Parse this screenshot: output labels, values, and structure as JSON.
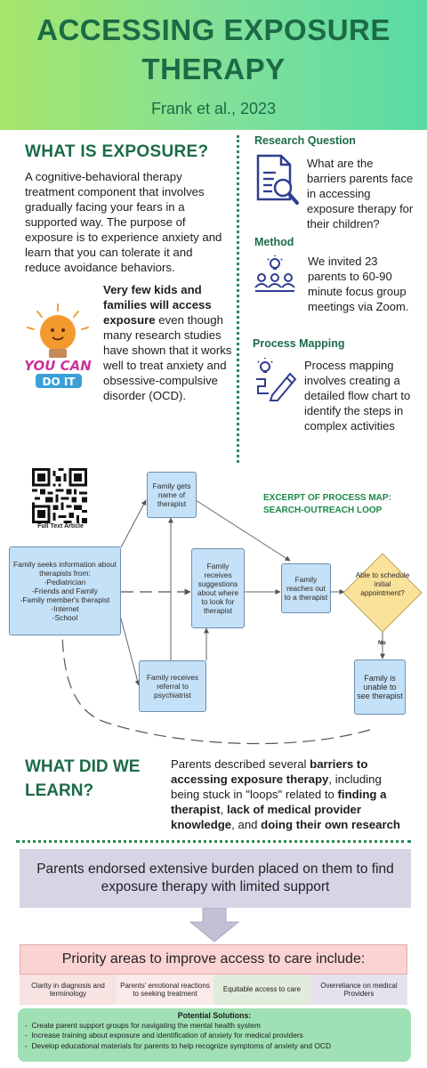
{
  "header": {
    "title_line1": "ACCESSING EXPOSURE",
    "title_line2": "THERAPY",
    "citation": "Frank et al., 2023"
  },
  "what_is": {
    "title": "WHAT IS EXPOSURE?",
    "body": "A cognitive-behavioral therapy treatment component that involves gradually facing your fears in a supported way. The purpose of exposure is to experience anxiety and learn that you can tolerate it and reduce avoidance behaviors.",
    "bold_lead": "Very few kids and families will access exposure",
    "rest": " even though many research studies have shown that it works well to treat anxiety and obsessive-compulsive disorder (OCD).",
    "sticker_line1": "YOU CAN",
    "sticker_line2": "DO IT"
  },
  "research_question": {
    "title": "Research Question",
    "text": "What are the barriers parents face in accessing exposure therapy for their children?"
  },
  "method": {
    "title": "Method",
    "text": "We invited 23 parents to 60-90 minute focus group meetings via Zoom."
  },
  "process_mapping": {
    "title": "Process Mapping",
    "text": "Process mapping involves creating a detailed flow chart to identify the steps in complex activities"
  },
  "qr": {
    "label": "Full Text Article"
  },
  "flow": {
    "excerpt_title": "EXCERPT OF PROCESS MAP: SEARCH-OUTREACH LOOP",
    "seeks": "Family seeks information about therapists from:\n-Pediatrician\n-Friends and Family\n-Family member's therapist\n-Internet\n-School",
    "gets_name": "Family gets name of therapist",
    "suggestions": "Family receives suggestions about where to look for therapist",
    "referral": "Family receives referral to psychiatrist",
    "reaches_out": "Family reaches out to a therapist",
    "decision": "Able to schedule initial appointment?",
    "no_label": "No",
    "unable": "Family is unable to see therapist"
  },
  "learn": {
    "title": "WHAT DID WE LEARN?",
    "p1": "Parents described several ",
    "b1": "barriers to accessing exposure therapy",
    "p2": ", including being stuck in \"loops\" related to ",
    "b2": "finding a therapist",
    "p3": ", ",
    "b3": "lack of medical provider knowledge",
    "p4": ", and ",
    "b4": "doing their own research"
  },
  "burden": "Parents endorsed extensive burden placed on them to find exposure therapy with limited support",
  "priority": {
    "title": "Priority areas to improve access to care include:",
    "areas": [
      {
        "label": "Clarity in diagnosis and terminology",
        "color": "#f8e3e3"
      },
      {
        "label": "Parents' emotional reactions to seeking treatment",
        "color": "#fbeaea"
      },
      {
        "label": "Equitable access to care",
        "color": "#e2ecdc"
      },
      {
        "label": "Overreliance on medical Providers",
        "color": "#e6e1ee"
      }
    ]
  },
  "solutions": {
    "title": "Potential Solutions:",
    "items": [
      "Create parent support groups for navigating the mental health system",
      "Increase training about exposure and identification of anxiety for medical providers",
      "Develop educational materials for parents to help recognize symptoms of anxiety and OCD"
    ]
  },
  "colors": {
    "accent_green": "#1c6b46",
    "flow_box": "#c5e1f7",
    "decision": "#fbe29a",
    "icon_blue": "#2f3e8f"
  }
}
